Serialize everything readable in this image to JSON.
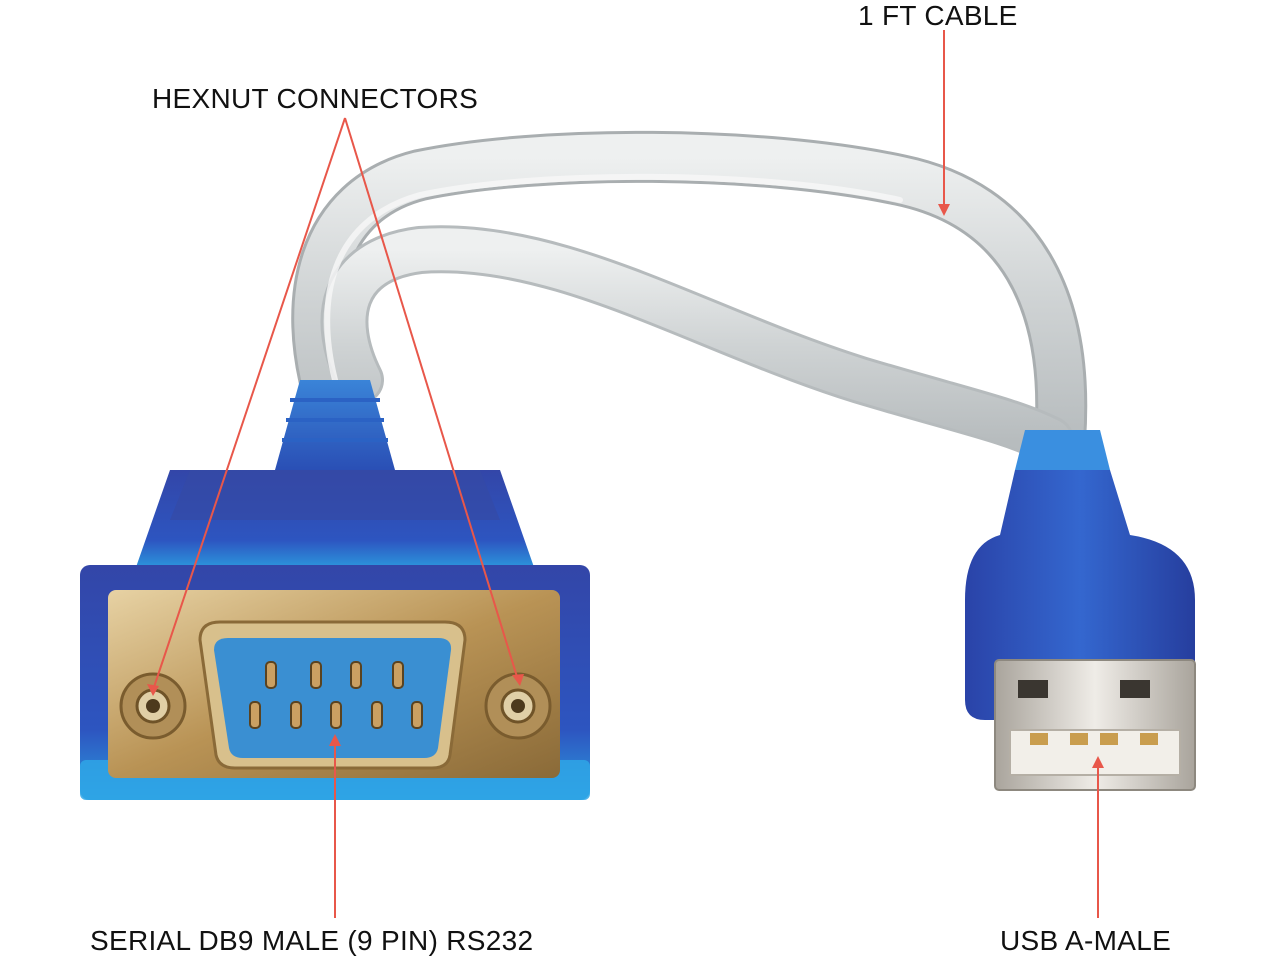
{
  "labels": {
    "cable": "1 FT CABLE",
    "hexnut": "HEXNUT CONNECTORS",
    "serial": "SERIAL DB9 MALE (9 PIN) RS232",
    "usb": "USB A-MALE"
  },
  "colors": {
    "callout_line": "#e8574a",
    "housing_blue": "#2f50b8",
    "housing_light": "#3e8de0",
    "cable_silver": "#d6d9da",
    "metal_gold": "#c8a56a",
    "usb_metal": "#d9d5cf",
    "label_text": "#111111"
  }
}
